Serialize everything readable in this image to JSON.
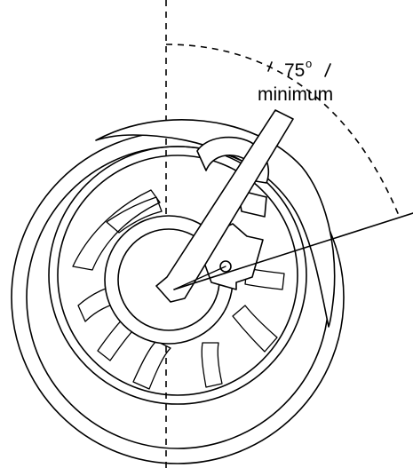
{
  "annotation": {
    "angle_value": "75",
    "angle_degree_mark": "o",
    "angle_qualifier": "minimum"
  }
}
